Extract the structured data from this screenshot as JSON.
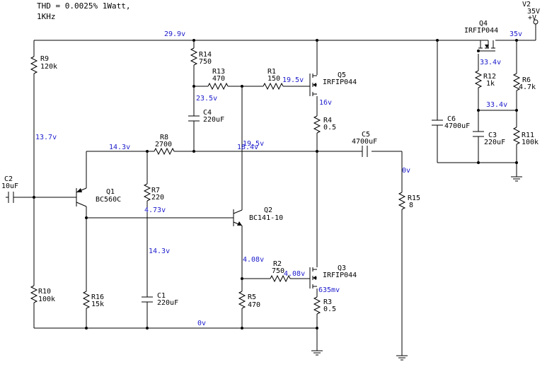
{
  "header": {
    "line1": "THD = 0.0025% 1Watt,",
    "line2": "1KHz"
  },
  "supply": {
    "name": "V2",
    "voltage": "35V",
    "sign": "+V"
  },
  "components": {
    "R9": {
      "name": "R9",
      "value": "120k"
    },
    "R14": {
      "name": "R14",
      "value": "750"
    },
    "R13": {
      "name": "R13",
      "value": "470"
    },
    "R1": {
      "name": "R1",
      "value": "150"
    },
    "Q5": {
      "name": "Q5",
      "value": "IRFIP044"
    },
    "C4": {
      "name": "C4",
      "value": "220uF"
    },
    "R4": {
      "name": "R4",
      "value": "0.5"
    },
    "R8": {
      "name": "R8",
      "value": "2700"
    },
    "C5": {
      "name": "C5",
      "value": "4700uF"
    },
    "C2": {
      "name": "C2",
      "value": "10uF"
    },
    "Q1": {
      "name": "Q1",
      "value": "BC560C"
    },
    "R7": {
      "name": "R7",
      "value": "220"
    },
    "Q2": {
      "name": "Q2",
      "value": "BC141-10"
    },
    "R15": {
      "name": "R15",
      "value": "8"
    },
    "R2": {
      "name": "R2",
      "value": "750"
    },
    "Q3": {
      "name": "Q3",
      "value": "IRFIP044"
    },
    "R3": {
      "name": "R3",
      "value": "0.5"
    },
    "R5": {
      "name": "R5",
      "value": "470"
    },
    "R10": {
      "name": "R10",
      "value": "100k"
    },
    "R16": {
      "name": "R16",
      "value": "15k"
    },
    "C1": {
      "name": "C1",
      "value": "220uF"
    },
    "Q4": {
      "name": "Q4",
      "value": "IRFIP044"
    },
    "R12": {
      "name": "R12",
      "value": "1k"
    },
    "R6": {
      "name": "R6",
      "value": "4.7k"
    },
    "C6": {
      "name": "C6",
      "value": "4700uF"
    },
    "C3": {
      "name": "C3",
      "value": "220uF"
    },
    "R11": {
      "name": "R11",
      "value": "100k"
    }
  },
  "voltages": {
    "top_rail": "29.9v",
    "q4_source": "35v",
    "r13_node": "23.5v",
    "q5_gate": "19.5v",
    "q5_source": "16v",
    "q4_gate": "33.4v",
    "r6_node": "33.4v",
    "r9_node": "13.7v",
    "q1_emitter": "14.3v",
    "q2_collector": "19.5v",
    "output": "18.4v",
    "load": "0v",
    "q2_base": "4.73v",
    "r7_node": "14.3v",
    "q2_emitter": "4.08v",
    "q3_gate": "4.08v",
    "q3_source": "635mv",
    "ground": "0v"
  }
}
